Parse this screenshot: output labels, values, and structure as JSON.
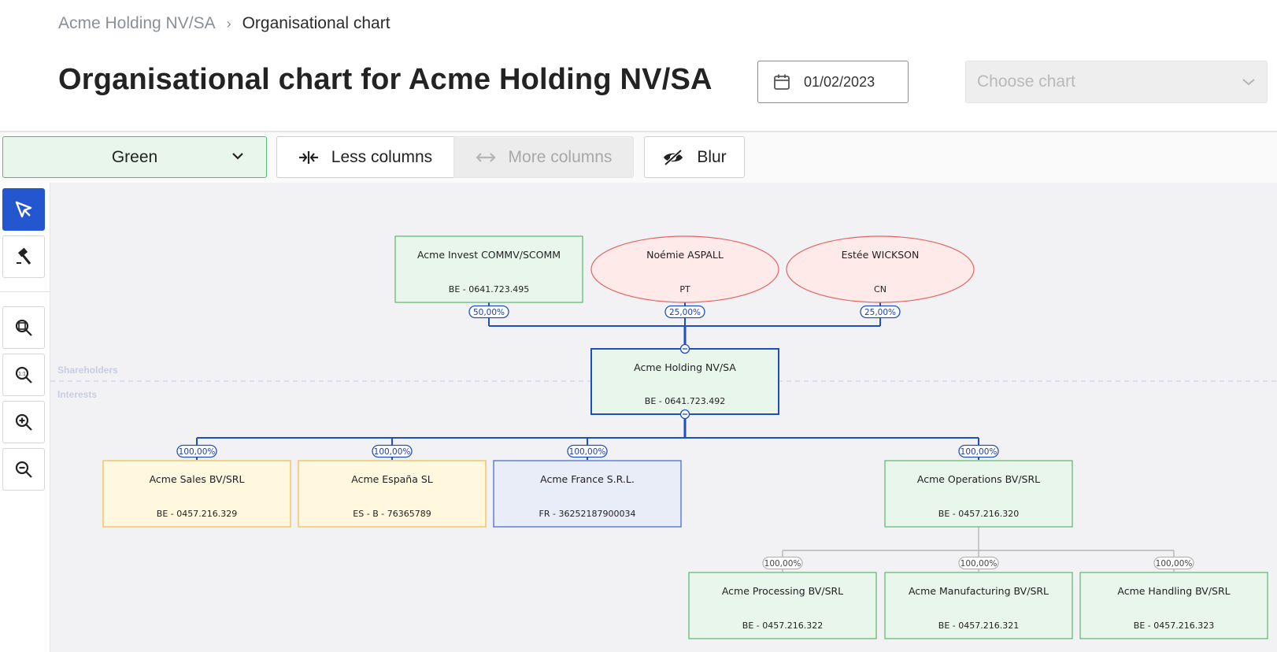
{
  "breadcrumb": {
    "parent": "Acme Holding NV/SA",
    "separator": "›",
    "current": "Organisational chart"
  },
  "page_title": "Organisational chart for Acme Holding NV/SA",
  "date_picker": {
    "value": "01/02/2023",
    "icon": "calendar-icon"
  },
  "chart_select": {
    "placeholder": "Choose chart"
  },
  "toolbar": {
    "theme": "Green",
    "less_columns": "Less columns",
    "more_columns": "More columns",
    "blur": "Blur"
  },
  "sidebar_tools": [
    "select-pointer-icon",
    "hammer-icon",
    "zoom-fit-icon",
    "zoom-reset-icon",
    "zoom-in-icon",
    "zoom-out-icon"
  ],
  "sections": {
    "shareholders": "Shareholders",
    "interests": "Interests"
  },
  "colors": {
    "green_fill": "#e9f6ec",
    "green_border": "#58b86e",
    "yellow_fill": "#fff7de",
    "yellow_border": "#f2b945",
    "blue_fill": "#e9edf8",
    "blue_border": "#5576d6",
    "red_fill": "#ffeaea",
    "red_border": "#e36464",
    "connector": "#1f4fbf",
    "grey_connector": "#b5b5b5"
  },
  "org_chart": {
    "shareholders": [
      {
        "name": "Acme Invest COMMV/SCOMM",
        "id": "BE - 0641.723.495",
        "share": "50,00%",
        "kind": "company",
        "color": "green"
      },
      {
        "name": "Noémie ASPALL",
        "id": "PT",
        "share": "25,00%",
        "kind": "person",
        "color": "red"
      },
      {
        "name": "Estée WICKSON",
        "id": "CN",
        "share": "25,00%",
        "kind": "person",
        "color": "red"
      }
    ],
    "root": {
      "name": "Acme Holding NV/SA",
      "id": "BE - 0641.723.492",
      "color": "green"
    },
    "interests": [
      {
        "name": "Acme Sales BV/SRL",
        "id": "BE - 0457.216.329",
        "share": "100,00%",
        "color": "yellow"
      },
      {
        "name": "Acme España SL",
        "id": "ES - B - 76365789",
        "share": "100,00%",
        "color": "yellow"
      },
      {
        "name": "Acme France S.R.L.",
        "id": "FR - 36252187900034",
        "share": "100,00%",
        "color": "blue"
      },
      {
        "name": "Acme Operations BV/SRL",
        "id": "BE - 0457.216.320",
        "share": "100,00%",
        "color": "green"
      }
    ],
    "sub_interests": [
      {
        "name": "Acme Processing BV/SRL",
        "id": "BE - 0457.216.322",
        "share": "100,00%",
        "color": "green"
      },
      {
        "name": "Acme Manufacturing BV/SRL",
        "id": "BE - 0457.216.321",
        "share": "100,00%",
        "color": "green"
      },
      {
        "name": "Acme Handling BV/SRL",
        "id": "BE - 0457.216.323",
        "share": "100,00%",
        "color": "green"
      }
    ]
  }
}
